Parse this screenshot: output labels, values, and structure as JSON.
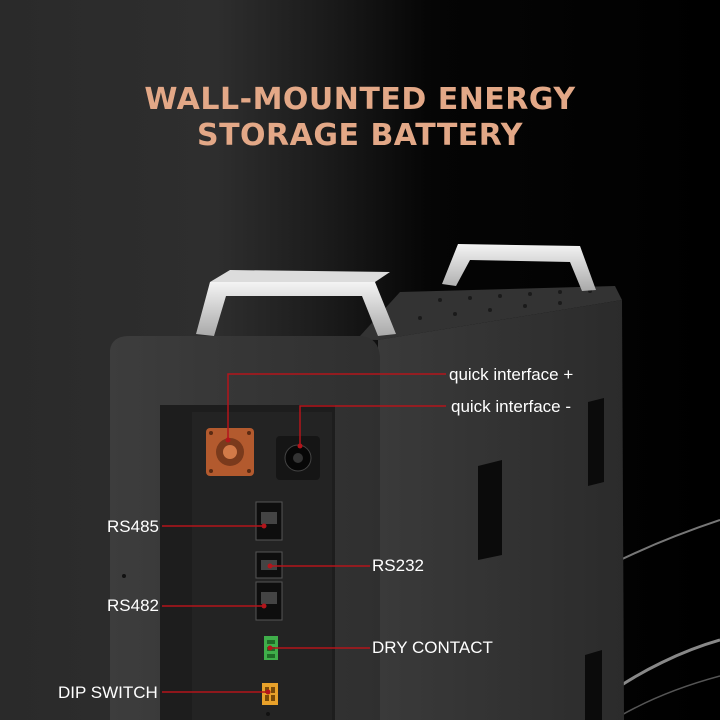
{
  "headline": {
    "line1": "WALL-MOUNTED ENERGY",
    "line2": "STORAGE BATTERY",
    "color": "#e3a887"
  },
  "callouts": {
    "quick_plus": "quick interface +",
    "quick_minus": "quick interface -",
    "rs485": "RS485",
    "rs232": "RS232",
    "rs482": "RS482",
    "dry_contact": "DRY CONTACT",
    "dip_switch": "DIP SWITCH"
  },
  "colors": {
    "leader_line": "#b3151b",
    "positive_connector": "#b35a2e",
    "body": "#2b2b2b",
    "dry_contact_terminal": "#3fae4a",
    "dip_switch": "#e8a12a"
  }
}
